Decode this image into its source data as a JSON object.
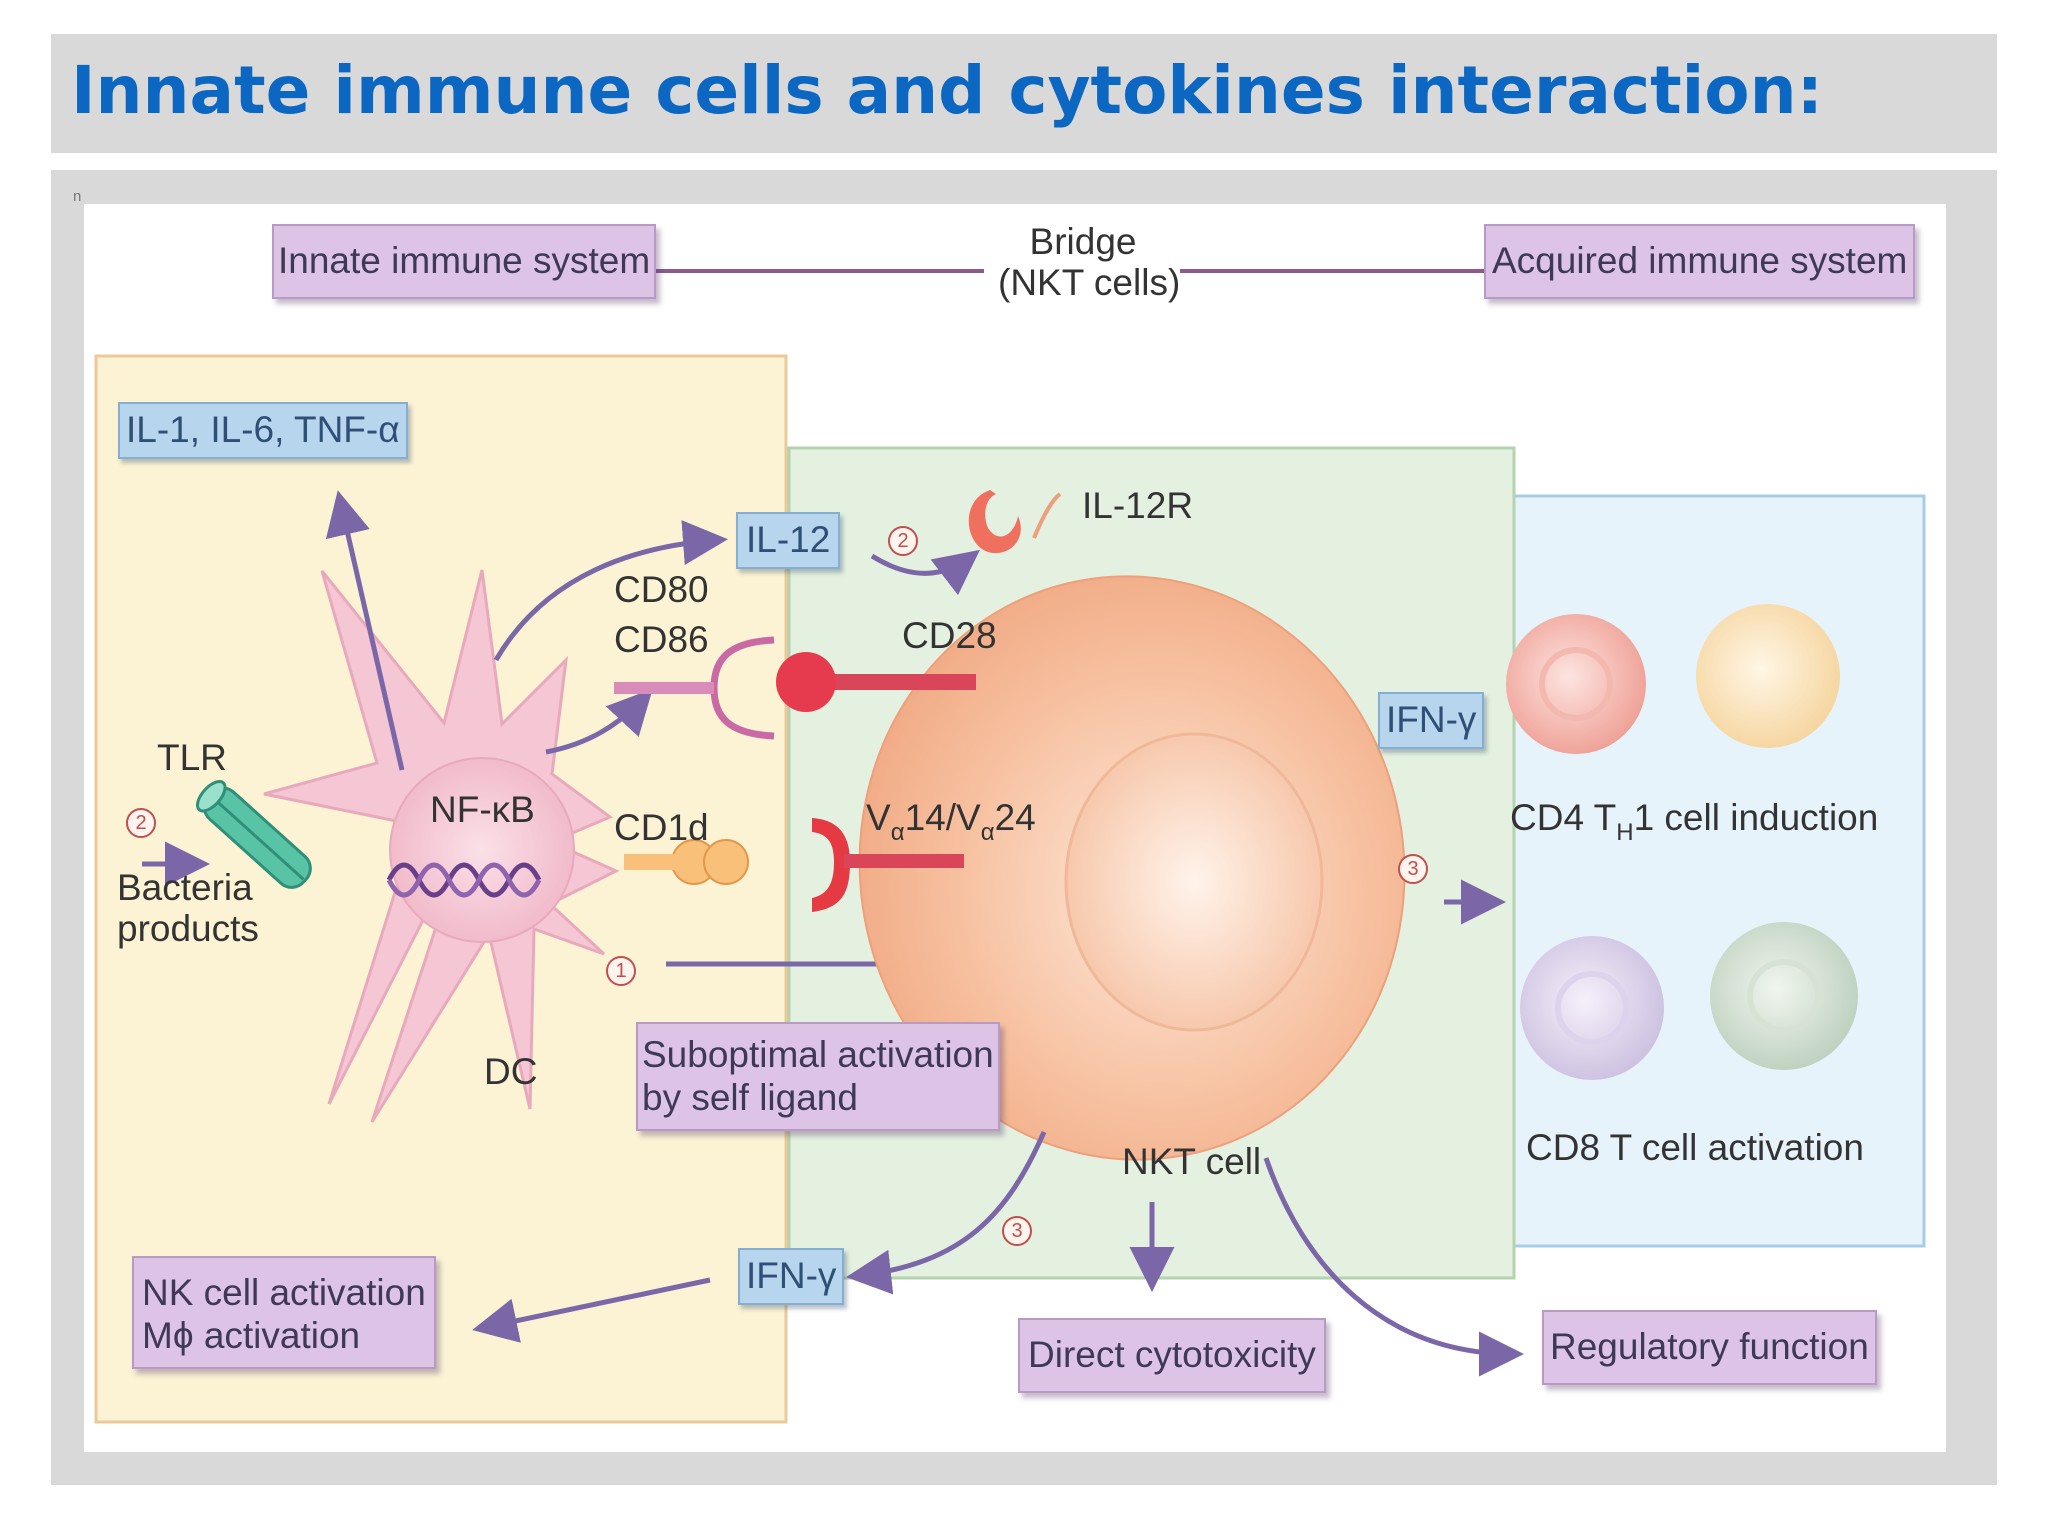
{
  "title": "Innate immune cells and cytokines interaction:",
  "stray_mark": "n",
  "diagram": {
    "top_bar": {
      "innate": "Innate immune system",
      "bridge_line1": "Bridge",
      "bridge_line2": "(NKT cells)",
      "acquired": "Acquired immune system"
    },
    "left_panel": {
      "cytokines": "IL-1, IL-6, TNF-α",
      "tlr": "TLR",
      "bacteria_line1": "Bacteria",
      "bacteria_line2": "products",
      "nfkb": "NF-κB",
      "dc": "DC",
      "cd80": "CD80",
      "cd86": "CD86",
      "cd1d": "CD1d",
      "il12": "IL-12",
      "ifn_gamma_bottom": "IFN-γ",
      "nk_line1": "NK cell activation",
      "nk_line2": "Mϕ activation"
    },
    "middle_panel": {
      "il12r": "IL-12R",
      "cd28": "CD28",
      "valpha_a": "V",
      "valpha_sub1": "α",
      "valpha_b": "14/V",
      "valpha_sub2": "α",
      "valpha_c": "24",
      "suboptimal_line1": "Suboptimal activation",
      "suboptimal_line2": "by self ligand",
      "nkt_cell": "NKT cell"
    },
    "right_panel": {
      "ifn_gamma": "IFN-γ",
      "cd4_a": "CD4 T",
      "cd4_sub": "H",
      "cd4_b": "1 cell induction",
      "cd8": "CD8 T cell activation"
    },
    "outputs": {
      "direct": "Direct cytotoxicity",
      "regulatory": "Regulatory function"
    },
    "step_markers": {
      "bacteria": "2",
      "il12": "2",
      "suboptimal": "1",
      "ifn_right": "3",
      "ifn_bottom": "3"
    }
  },
  "colors": {
    "title": "#0b67c2",
    "panel_grey": "#d9d9d9",
    "innate_panel": "#fbf3d4",
    "nkt_panel": "#e4f1e1",
    "acquired_panel": "#e7f3fb",
    "label_box": "#ddc3e6",
    "cytokine_box": "#b7d6ee",
    "arrow": "#7b67a8",
    "dc_cell": "#f5c6d3",
    "nkt_cell": "#f6b896"
  }
}
